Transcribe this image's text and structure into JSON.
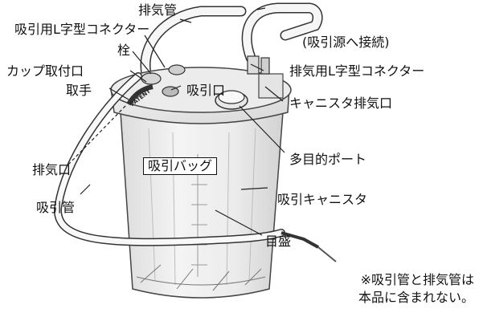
{
  "labels": {
    "exhaust_pipe": "排気管",
    "suction_l_connector": "吸引用L字型コネクター",
    "suction_source": "(吸引源へ接続)",
    "plug": "栓",
    "cup_mount": "カップ取付口",
    "exhaust_l_connector": "排気用L字型コネクター",
    "handle": "取手",
    "suction_port": "吸引口",
    "canister_exhaust": "キャニスタ排気口",
    "multi_port": "多目的ポート",
    "exhaust_port": "排気口",
    "suction_bag": "吸引バッグ",
    "suction_canister": "吸引キャニスタ",
    "suction_tube": "吸引管",
    "scale": "目盛",
    "patent_mark": "PATENT",
    "note_line1": "※吸引管と排気管は",
    "note_line2": "本品に含まれない。"
  }
}
